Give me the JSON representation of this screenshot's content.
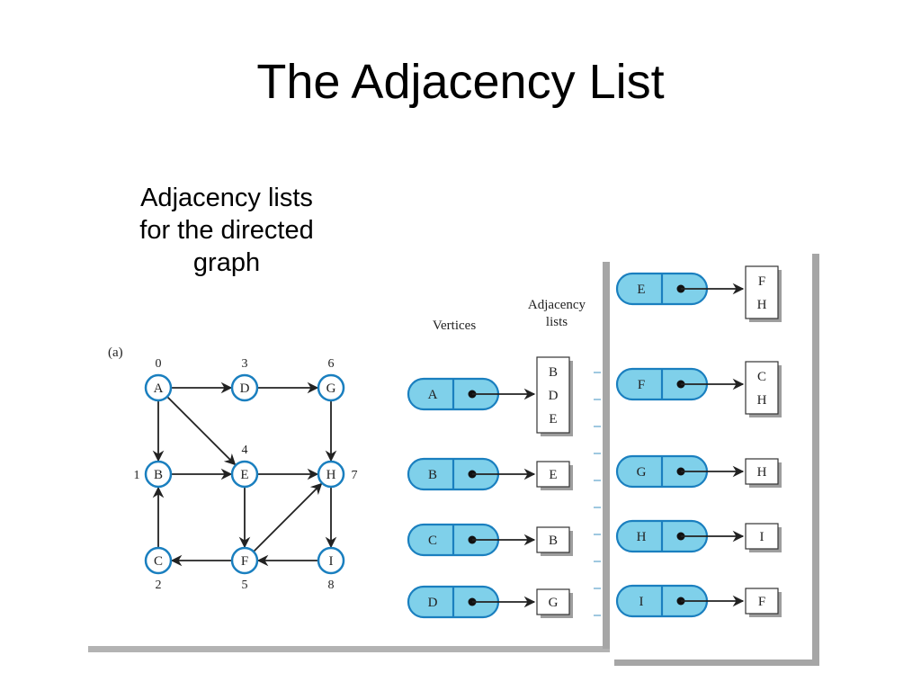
{
  "slide": {
    "title": "The Adjacency List",
    "caption_lines": [
      "Adjacency lists",
      "for the directed",
      "graph"
    ]
  },
  "figure": {
    "panel_label": "(a)",
    "header_vertices": "Vertices",
    "header_adjacency": [
      "Adjacency",
      "lists"
    ],
    "accent_color": "#7fd0ea",
    "outline_color": "#1a7fbf"
  },
  "graph": {
    "nodes": [
      {
        "id": "A",
        "index": "0"
      },
      {
        "id": "D",
        "index": "3"
      },
      {
        "id": "G",
        "index": "6"
      },
      {
        "id": "B",
        "index": "1"
      },
      {
        "id": "E",
        "index": "4"
      },
      {
        "id": "H",
        "index": "7"
      },
      {
        "id": "C",
        "index": "2"
      },
      {
        "id": "F",
        "index": "5"
      },
      {
        "id": "I",
        "index": "8"
      }
    ],
    "edges": [
      [
        "A",
        "D"
      ],
      [
        "D",
        "G"
      ],
      [
        "A",
        "B"
      ],
      [
        "A",
        "E"
      ],
      [
        "G",
        "H"
      ],
      [
        "B",
        "E"
      ],
      [
        "E",
        "H"
      ],
      [
        "E",
        "F"
      ],
      [
        "H",
        "I"
      ],
      [
        "C",
        "B"
      ],
      [
        "F",
        "C"
      ],
      [
        "F",
        "H"
      ],
      [
        "I",
        "F"
      ]
    ]
  },
  "adjacency_lists": [
    {
      "vertex": "A",
      "neighbors": [
        "B",
        "D",
        "E"
      ]
    },
    {
      "vertex": "B",
      "neighbors": [
        "E"
      ]
    },
    {
      "vertex": "C",
      "neighbors": [
        "B"
      ]
    },
    {
      "vertex": "D",
      "neighbors": [
        "G"
      ]
    },
    {
      "vertex": "E",
      "neighbors": [
        "F",
        "H"
      ]
    },
    {
      "vertex": "F",
      "neighbors": [
        "C",
        "H"
      ]
    },
    {
      "vertex": "G",
      "neighbors": [
        "H"
      ]
    },
    {
      "vertex": "H",
      "neighbors": [
        "I"
      ]
    },
    {
      "vertex": "I",
      "neighbors": [
        "F"
      ]
    }
  ]
}
